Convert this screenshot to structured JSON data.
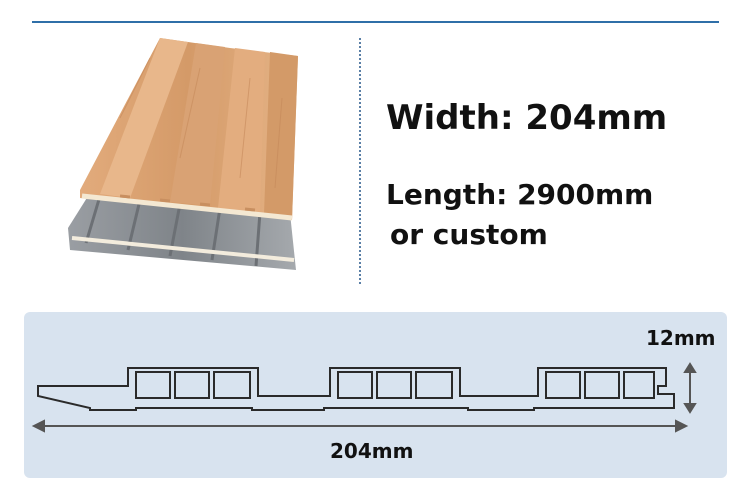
{
  "specs": {
    "width_text": "Width: 204mm",
    "length_text": "Length: 2900mm",
    "custom_text": "or custom"
  },
  "profile": {
    "thickness_label": "12mm",
    "width_label": "204mm"
  },
  "colors": {
    "rule": "#2f6fa8",
    "panel": "#d8e3ef",
    "wood_light": "#dca070",
    "wood_grey": "#8f9499"
  }
}
